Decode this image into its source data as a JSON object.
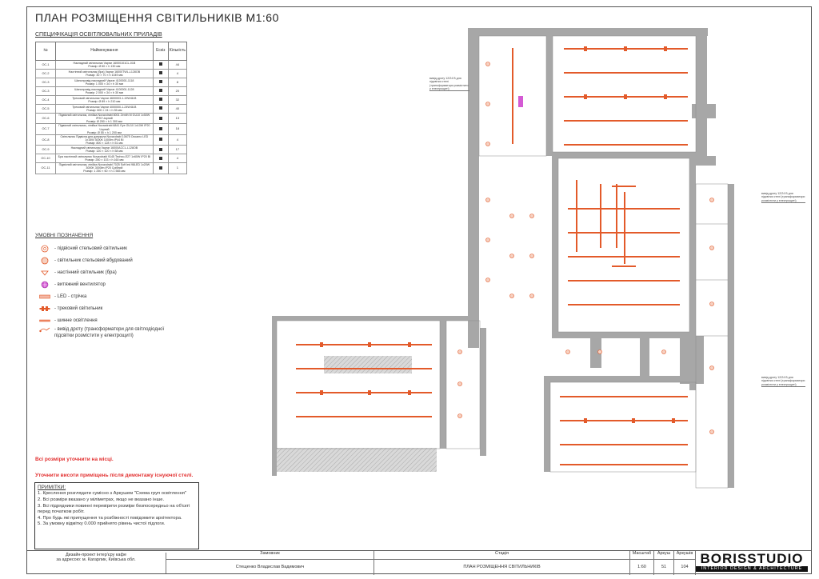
{
  "title": "ПЛАН РОЗМІЩЕННЯ СВІТИЛЬНИКІВ М1:60",
  "spec": {
    "title": "СПЕЦИФІКАЦІЯ ОСВІТЛЮВАЛЬНИХ ПРИЛАДІВ",
    "headers": {
      "no": "№",
      "name": "Найменування",
      "sketch": "Ескіз",
      "qty": "Кількість"
    },
    "rows": [
      {
        "no": "ОС-1",
        "name": "Накладний світильник Vaprar 16000101CL-01B\nРозмір: Ø 60 × h 130 мм",
        "qty": "44"
      },
      {
        "no": "ОС-2",
        "name": "Настінний світильник (бра) Vaprar 16000TWL-L128OB\nРозмір: 30 × 70 × h 1049 мм",
        "qty": "4"
      },
      {
        "no": "ОС-3",
        "name": "Шинопровід накладний Vaprar 4100001-1118\nРозмір: 1 000 × 34 × h 30 мм",
        "qty": "8"
      },
      {
        "no": "ОС-3",
        "name": "Шинопровід накладний Vaprar 4100001-1128\nРозмір: 2 000 × 34 × h 30 мм",
        "qty": "20"
      },
      {
        "no": "ОС-4",
        "name": "Трековий світильник Vaprar 4600003-1-19W48-B\nРозмір: Ø 89 × h 210 мм",
        "qty": "32"
      },
      {
        "no": "ОС-5",
        "name": "Трековий світильник Vaprar 4000000-1-24W48-B\nРозмір: 600 × 24 × h 35 мм",
        "qty": "40"
      },
      {
        "no": "ОС-6",
        "name": "Підвісний світильник, лінійка Novaxdrabl 8001 Zenith M GU10 1x50W IP20 Чорний\nРозмір: Ø 250 × h 1 300 мм",
        "qty": "13"
      },
      {
        "no": "ОС-7",
        "name": "Підвісний світильник, лінійка Novaxdrabl 6841 Eye GU10 1x10W IP20 Чорний\nРозмір: Ø 55 × h 1 200 мм",
        "qty": "18"
      },
      {
        "no": "ОС-8",
        "name": "Світильник Підвісна для дзеркала Novaxdrabl 10675 Oxoamo LED 1x15W 3000K 1000lm IP44 BI\nРозмір: 800 × 128 × h 51 мм",
        "qty": "4"
      },
      {
        "no": "ОС-9",
        "name": "Накладний світильник Vaprar 16000ACCL-L128OB\nРозмір: 120 × 120 × h 58 мм",
        "qty": "17"
      },
      {
        "no": "ОС-10",
        "name": "Бра настінний світильник Novaxdrabl 9145 Techno-E27 1x60W IP20 BI\nРозмір: 250 × 103 × h 160 мм",
        "qty": "4"
      },
      {
        "no": "ОС-11",
        "name": "Підвісний світильник, лінійка Novaxdrabl 7025 Soft led 98LED 1x20W 3000K 3000lm IP20 Срібний\nРозмір: 1 250 × 60 × h 1 565 мм",
        "qty": "1"
      }
    ]
  },
  "legend": {
    "title": "УМОВНІ ПОЗНАЧЕННЯ",
    "items": [
      {
        "label": "- підвісний стельовий світильник"
      },
      {
        "label": "- світильник стельовий вбудований"
      },
      {
        "label": "- настінний світильник (бра)"
      },
      {
        "label": "- витяжний вентилятор"
      },
      {
        "label": "- LED - стрічка"
      },
      {
        "label": "- трековий світильник"
      },
      {
        "label": "- шинне освітлення"
      },
      {
        "label": "- вивід дроту (трансформатори для світлодіодної підсвітки розмістити у електрощиті)"
      }
    ]
  },
  "red_notes": {
    "sizes": "Всі розміри уточнити на місці.",
    "heights": "Уточнити висоти приміщень після демонтажу існуючої стелі."
  },
  "notes": {
    "title": "ПРИМІТКИ:",
    "lines": [
      "1. Креслення розглядати сумісно з Аркушем \"Схема груп освітлення\"",
      "2. Всі розміри вказано у міліметрах, якщо не вказано інше.",
      "3. Всі підрядники повинні перевірити розміри безпосередньо на об'єкті перед початком робіт.",
      "4. Про будь які припущення та розбіжності повідомити архітектора.",
      "5. За умовну відмітку 0.000 прийнято рівень чистої підлоги."
    ]
  },
  "title_block": {
    "project": "Дизайн-проект інтер'єру кафе",
    "address": "за адресою: м. Кагарлик, Київська обл.",
    "client_label": "Замовник",
    "client": "Стещенко Владислав Вадимович",
    "stage_label": "Стадія",
    "sheet_name": "ПЛАН РОЗМІЩЕННЯ СВІТИЛЬНИКІВ",
    "scale_label": "Масштаб",
    "scale": "1:60",
    "sheet_label": "Аркуш",
    "sheet": "51",
    "sheets_label": "Аркушів",
    "sheets": "104"
  },
  "logo": {
    "name": "BORISSTUDIO",
    "tagline": "INTERIOR DESIGN & ARCHITECTURE"
  },
  "plan": {
    "annotations": [
      "вивід дроту 12/24 В для підсвітки стелі (трансформатори розмістити у електрощиті)",
      "вивід дроту 12/24 В для підсвітки стелі (трансформатори розмістити у електрощиті)",
      "вивід дроту 12/24 В для підсвітки стелі (трансформатори розмістити у електрощиті)"
    ],
    "colors": {
      "wall": "#a7a7a7",
      "light": "#e35a2a",
      "line": "#8a8a8a"
    }
  }
}
